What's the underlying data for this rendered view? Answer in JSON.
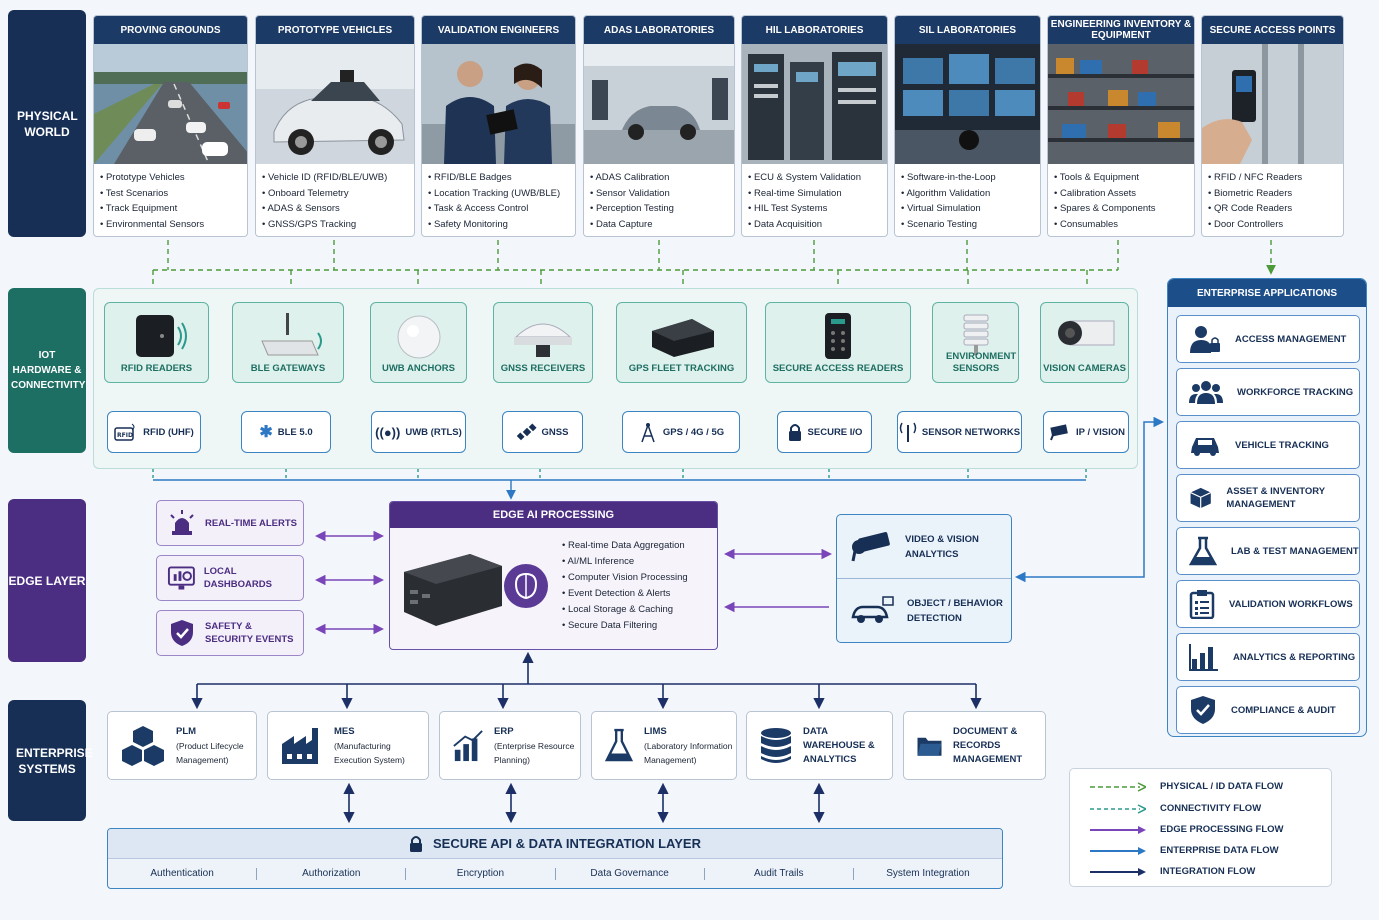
{
  "layers": {
    "physical": "PHYSICAL WORLD",
    "iot": "IOT HARDWARE & CONNECTIVITY",
    "edge": "EDGE LAYER",
    "enterprise": "ENTERPRISE SYSTEMS"
  },
  "physical_cards": [
    {
      "title": "PROVING GROUNDS",
      "items": [
        "Prototype Vehicles",
        "Test Scenarios",
        "Track Equipment",
        "Environmental Sensors"
      ]
    },
    {
      "title": "PROTOTYPE VEHICLES",
      "items": [
        "Vehicle ID (RFID/BLE/UWB)",
        "Onboard Telemetry",
        "ADAS & Sensors",
        "GNSS/GPS Tracking"
      ]
    },
    {
      "title": "VALIDATION ENGINEERS",
      "items": [
        "RFID/BLE Badges",
        "Location Tracking (UWB/BLE)",
        "Task & Access Control",
        "Safety Monitoring"
      ]
    },
    {
      "title": "ADAS LABORATORIES",
      "items": [
        "ADAS Calibration",
        "Sensor Validation",
        "Perception Testing",
        "Data Capture"
      ]
    },
    {
      "title": "HIL LABORATORIES",
      "items": [
        "ECU & System Validation",
        "Real-time Simulation",
        "HIL Test Systems",
        "Data Acquisition"
      ]
    },
    {
      "title": "SIL LABORATORIES",
      "items": [
        "Software-in-the-Loop",
        "Algorithm Validation",
        "Virtual Simulation",
        "Scenario Testing"
      ]
    },
    {
      "title": "ENGINEERING INVENTORY & EQUIPMENT",
      "items": [
        "Tools & Equipment",
        "Calibration Assets",
        "Spares & Components",
        "Consumables"
      ]
    },
    {
      "title": "SECURE ACCESS POINTS",
      "items": [
        "RFID / NFC Readers",
        "Biometric Readers",
        "QR Code Readers",
        "Door Controllers"
      ]
    }
  ],
  "iot_devices": [
    "RFID READERS",
    "BLE GATEWAYS",
    "UWB ANCHORS",
    "GNSS RECEIVERS",
    "GPS FLEET TRACKING",
    "SECURE ACCESS READERS",
    "ENVIRONMENT SENSORS",
    "VISION CAMERAS"
  ],
  "protocols": [
    "RFID (UHF)",
    "BLE 5.0",
    "UWB (RTLS)",
    "GNSS",
    "GPS / 4G / 5G",
    "SECURE I/O",
    "SENSOR NETWORKS",
    "IP / VISION"
  ],
  "rfid_icon_text": "RFID",
  "edge": {
    "side_items": [
      "REAL-TIME ALERTS",
      "LOCAL DASHBOARDS",
      "SAFETY & SECURITY EVENTS"
    ],
    "main_title": "EDGE AI PROCESSING",
    "main_items": [
      "Real-time Data Aggregation",
      "AI/ML Inference",
      "Computer Vision Processing",
      "Event Detection & Alerts",
      "Local Storage & Caching",
      "Secure Data Filtering"
    ],
    "vision_items": [
      "VIDEO & VISION ANALYTICS",
      "OBJECT / BEHAVIOR DETECTION"
    ]
  },
  "enterprise_systems": [
    {
      "title": "PLM",
      "subtitle": "(Product Lifecycle Management)"
    },
    {
      "title": "MES",
      "subtitle": "(Manufacturing Execution System)"
    },
    {
      "title": "ERP",
      "subtitle": "(Enterprise Resource Planning)"
    },
    {
      "title": "LIMS",
      "subtitle": "(Laboratory Information Management)"
    },
    {
      "title": "DATA WAREHOUSE & ANALYTICS",
      "subtitle": ""
    },
    {
      "title": "DOCUMENT & RECORDS MANAGEMENT",
      "subtitle": ""
    }
  ],
  "api_layer": {
    "title": "SECURE API & DATA INTEGRATION LAYER",
    "items": [
      "Authentication",
      "Authorization",
      "Encryption",
      "Data Governance",
      "Audit Trails",
      "System Integration"
    ]
  },
  "enterprise_apps": {
    "title": "ENTERPRISE APPLICATIONS",
    "items": [
      "ACCESS MANAGEMENT",
      "WORKFORCE TRACKING",
      "VEHICLE TRACKING",
      "ASSET & INVENTORY MANAGEMENT",
      "LAB & TEST MANAGEMENT",
      "VALIDATION WORKFLOWS",
      "ANALYTICS & REPORTING",
      "COMPLIANCE & AUDIT"
    ]
  },
  "legend": [
    {
      "label": "PHYSICAL / ID DATA FLOW",
      "color": "#4c9a3a",
      "style": "dashed"
    },
    {
      "label": "CONNECTIVITY FLOW",
      "color": "#2a9a8c",
      "style": "dashed"
    },
    {
      "label": "EDGE PROCESSING FLOW",
      "color": "#7a45b8",
      "style": "solid"
    },
    {
      "label": "ENTERPRISE DATA FLOW",
      "color": "#2c78c4",
      "style": "solid"
    },
    {
      "label": "INTEGRATION FLOW",
      "color": "#1c2f66",
      "style": "solid"
    }
  ],
  "colors": {
    "navy": "#172f55",
    "teal": "#1d6e63",
    "purple": "#4b2d82",
    "blue": "#2c78c4",
    "green_flow": "#4c9a3a"
  }
}
